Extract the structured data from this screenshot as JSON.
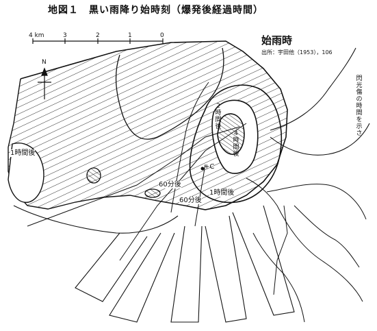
{
  "title": "地図１　黒い雨降り始時刻（爆発後経過時間）",
  "map_title": "始雨時",
  "source": "出所：宇田他（1953），106",
  "scale": {
    "ticks": [
      "4 km",
      "3",
      "2",
      "1",
      "0"
    ]
  },
  "north": "N",
  "legend_note": "閃光傷の時間を示さ",
  "labels": {
    "one_hour_west": "1時間後",
    "one_hour_east": "1時間後",
    "two_hours": "2時間後",
    "four_hours": "4時間後",
    "sixty_min": "60分後",
    "sixty_min_b": "60分後",
    "burst_mark": "+C"
  },
  "colors": {
    "ink": "#111111",
    "paper": "#ffffff"
  }
}
